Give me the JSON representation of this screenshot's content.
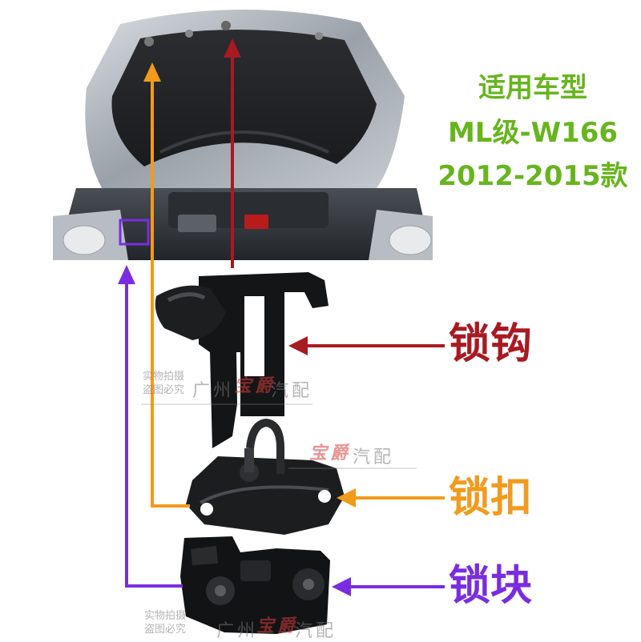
{
  "fitment": {
    "line1": "适用车型",
    "line2": "ML级-W166",
    "line3": "2012-2015款"
  },
  "labels": {
    "hook": "锁钩",
    "catch": "锁扣",
    "block": "锁块"
  },
  "watermark": {
    "line1": "实物拍摄",
    "line2": "盗图必究",
    "city": "广州",
    "brand": "宝爵",
    "suffix": "汽配"
  },
  "colors": {
    "fitment": "#67b51e",
    "hook_arrow": "#a81a22",
    "catch_arrow": "#f29a1c",
    "block_arrow": "#7a2de0"
  }
}
